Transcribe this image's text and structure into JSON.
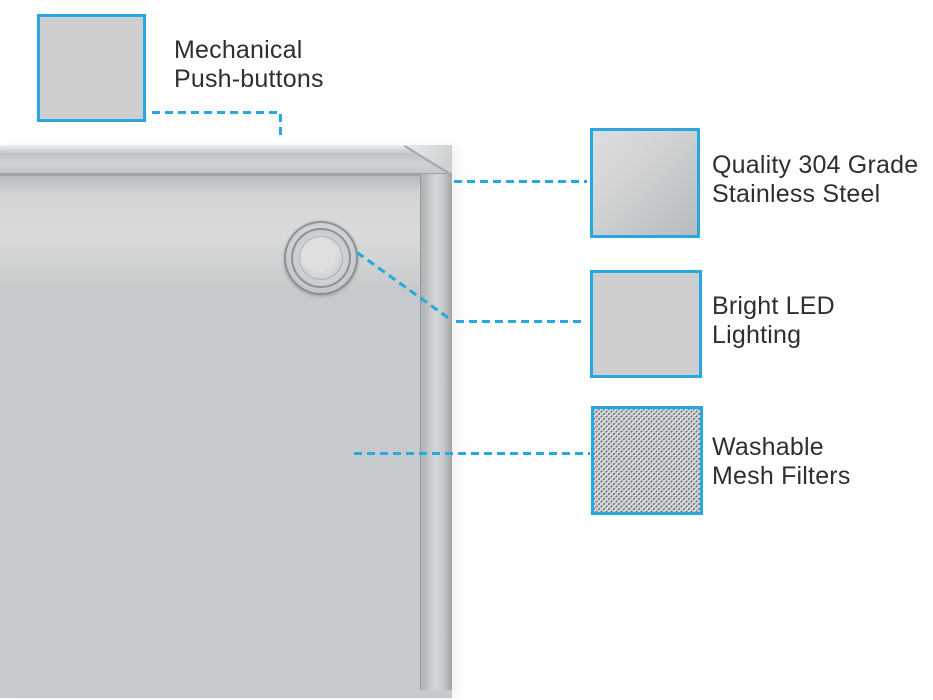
{
  "page": {
    "type": "product-feature-annotated-photo",
    "background_color": "#ffffff"
  },
  "theme": {
    "accent_blue": "#29a8e0",
    "text_color": "#2f2f2f",
    "steel_light": "#d6d8d9",
    "steel_mid": "#c6c9cb",
    "steel_dark": "#a2a5a7",
    "led_glow": "#f1b55c"
  },
  "product": {
    "name": "stainless-steel-range-hood-front-view"
  },
  "callouts": [
    {
      "id": "push-buttons",
      "thumbnail_icon": "push-buttons-closeup",
      "label_line1": "Mechanical",
      "label_line2": "Push-buttons"
    },
    {
      "id": "stainless-steel",
      "thumbnail_icon": "brushed-steel-swatch",
      "label_line1": "Quality 304 Grade",
      "label_line2": "Stainless Steel"
    },
    {
      "id": "led-lighting",
      "thumbnail_icon": "led-light-closeup",
      "label_line1": "Bright LED",
      "label_line2": "Lighting"
    },
    {
      "id": "mesh-filters",
      "thumbnail_icon": "mesh-filter-swatch",
      "label_line1": "Washable",
      "label_line2": "Mesh Filters"
    }
  ]
}
